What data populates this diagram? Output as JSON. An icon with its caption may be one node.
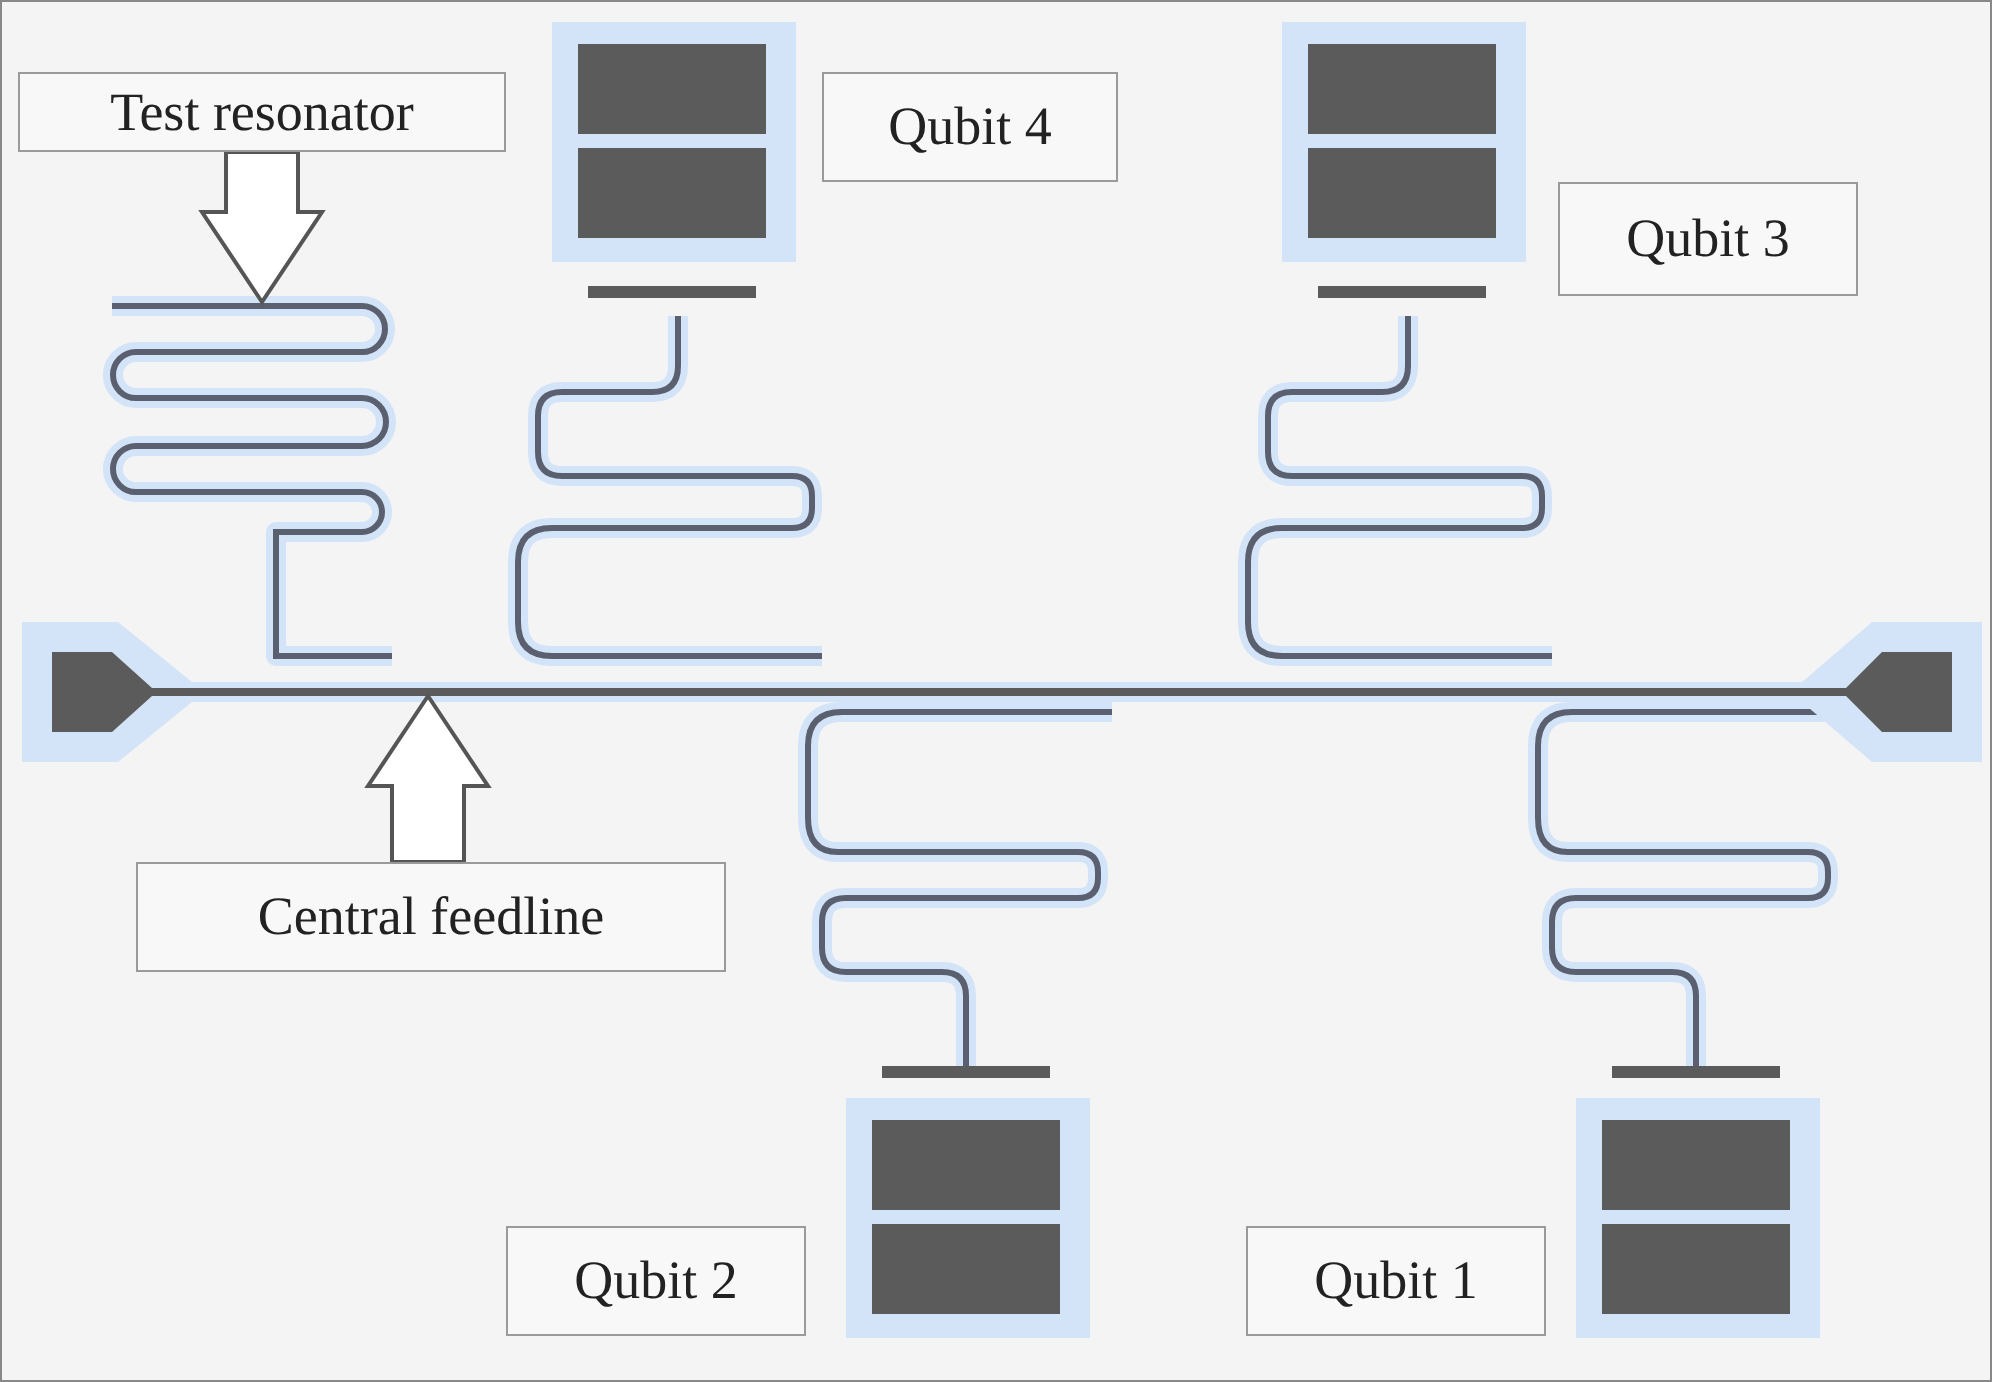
{
  "diagram": {
    "nodes": [
      {
        "text": [
          "Test resonator"
        ]
      },
      {
        "text": [],
        "shape": "picture"
      },
      {
        "text": [
          "Qubit 4"
        ]
      },
      {
        "text": [
          "Qubit 3"
        ]
      },
      {
        "text": [],
        "shape": "bar"
      },
      {
        "text": [
          "Central feedline"
        ]
      },
      {
        "text": [
          "Qubit 2"
        ]
      },
      {
        "text": [
          "Qubit 1"
        ]
      }
    ],
    "edges": [
      {
        "from": 0,
        "to": 1,
        "arrow": "to"
      },
      {
        "from": 5,
        "to": 4,
        "arrow": "to"
      }
    ]
  }
}
